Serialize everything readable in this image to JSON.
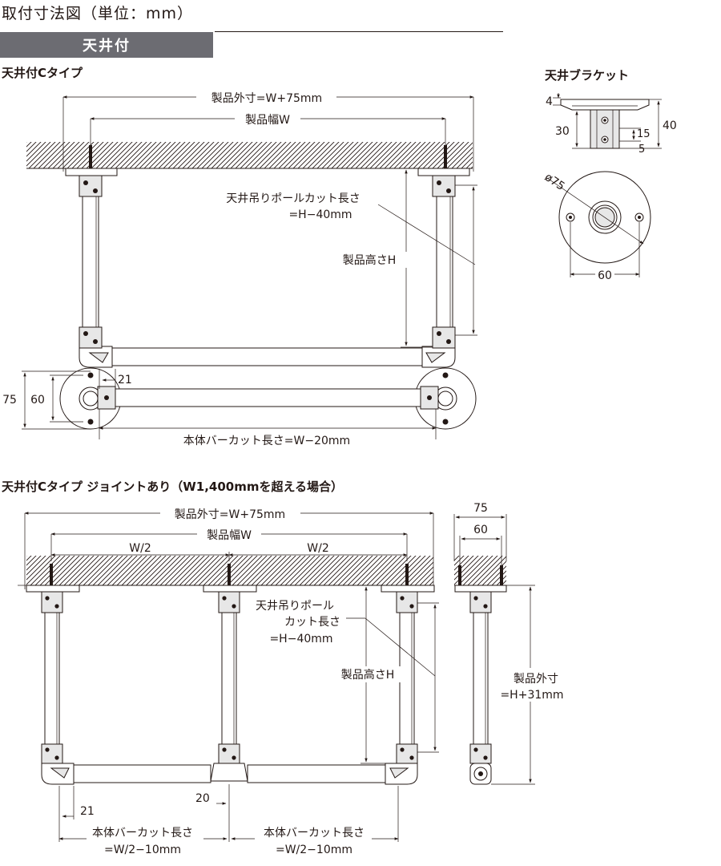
{
  "header": {
    "title": "取付寸法図（単位：mm）",
    "tab_label": "天井付"
  },
  "section1": {
    "heading": "天井付Cタイプ",
    "dim_outer_width": "製品外寸=W+75mm",
    "dim_width": "製品幅W",
    "pole_cut_line1": "天井吊りポールカット長さ",
    "pole_cut_line2": "=H−40mm",
    "dim_height": "製品高さH",
    "dim_21": "21",
    "dim_75": "75",
    "dim_60": "60",
    "bar_cut": "本体バーカット長さ=W−20mm"
  },
  "bracket": {
    "heading": "天井ブラケット",
    "dim_4": "4",
    "dim_30": "30",
    "dim_15": "15",
    "dim_5": "5",
    "dim_40": "40",
    "dim_phi75": "ø75",
    "dim_60": "60"
  },
  "section2": {
    "heading": "天井付Cタイプ ジョイントあり（W1,400mmを超える場合）",
    "dim_outer_width": "製品外寸=W+75mm",
    "dim_width": "製品幅W",
    "half_left": "W/2",
    "half_right": "W/2",
    "pole_cut_line1": "天井吊りポール",
    "pole_cut_line2": "カット長さ",
    "pole_cut_line3": "=H−40mm",
    "dim_height": "製品高さH",
    "dim_21": "21",
    "dim_20": "20",
    "bar_cut_left_line1": "本体バーカット長さ",
    "bar_cut_left_line2": "=W/2−10mm",
    "bar_cut_right_line1": "本体バーカット長さ",
    "bar_cut_right_line2": "=W/2−10mm"
  },
  "side": {
    "dim_75": "75",
    "dim_60": "60",
    "outer_line1": "製品外寸",
    "outer_line2": "=H+31mm"
  }
}
